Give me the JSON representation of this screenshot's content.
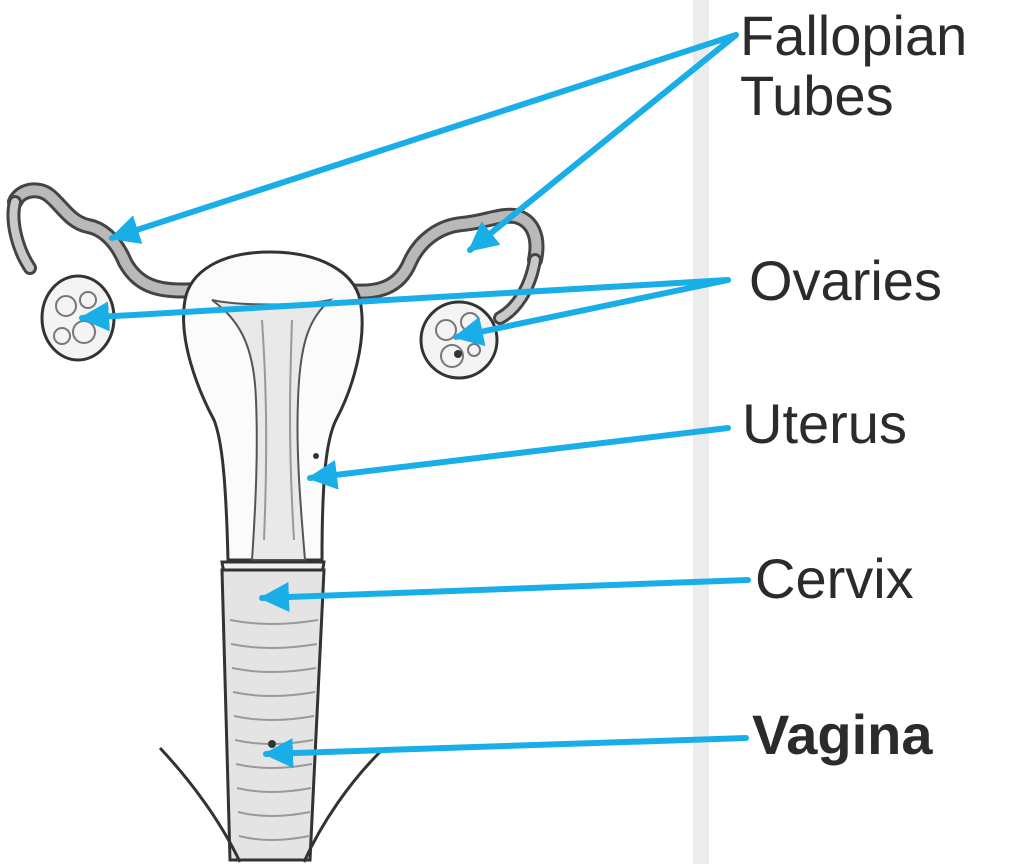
{
  "labels": {
    "fallopian_tubes": "Fallopian Tubes",
    "ovaries": "Ovaries",
    "uterus": "Uterus",
    "cervix": "Cervix",
    "vagina": "Vagina"
  },
  "colors": {
    "arrow": "#1aaee8",
    "outline": "#333333",
    "label_text": "#2b2b2b",
    "divider": "#ececec"
  }
}
